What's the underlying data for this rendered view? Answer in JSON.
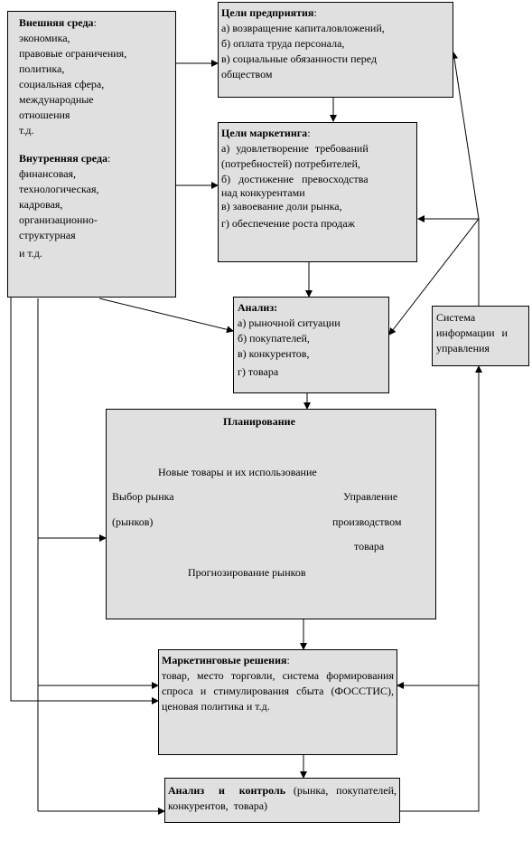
{
  "external": {
    "title": "Внешняя среда",
    "items": [
      "экономика,",
      "правовые ограничения,",
      "политика,",
      "социальная сфера,",
      "международные",
      "отношения",
      "т.д."
    ]
  },
  "internal": {
    "title": "Внутренняя среда",
    "items": [
      "финансовая,",
      "технологическая,",
      "кадровая,",
      "организационно-",
      "структурная",
      "и т.д."
    ]
  },
  "enterprise_goals": {
    "title": "Цели предприятия",
    "items": [
      "а) возвращение капиталовложений,",
      "б) оплата труда персонала,",
      "в) социальные обязанности перед",
      "обществом"
    ]
  },
  "marketing_goals": {
    "title": "Цели маркетинга",
    "items": [
      "а) удовлетворение требований",
      "(потребностей) потребителей,",
      "б) достижение превосходства",
      "над конкурентами",
      "в) завоевание доли рынка,",
      "г) обеспечение роста продаж"
    ]
  },
  "analysis": {
    "title": "Анализ:",
    "items": [
      "а) рыночной ситуации",
      "б) покупателей,",
      "в) конкурентов,",
      "г) товара"
    ]
  },
  "info_system": {
    "lines": [
      "Система",
      "информации и",
      "управления"
    ]
  },
  "planning": {
    "title": "Планирование",
    "new_products": "Новые товары и их использование",
    "market_choice_1": "Выбор рынка",
    "market_choice_2": "(рынков)",
    "production_1": "Управление",
    "production_2": "производством",
    "production_3": "товара",
    "forecasting": "Прогнозирование рынков"
  },
  "decisions": {
    "title": "Маркетинговые решения",
    "text": "товар, место торговли, система формирования спроса и стимулирования сбыта (ФОССТИС), ценовая политика и т.д."
  },
  "control": {
    "title": "Анализ и контроль",
    "text": "(рынка, покупателей, конкурентов, товара)"
  }
}
